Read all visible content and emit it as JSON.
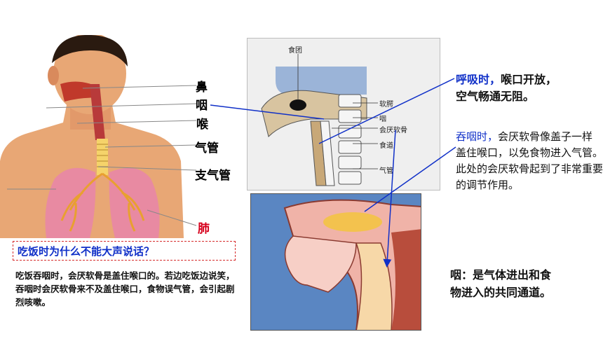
{
  "organ_labels": {
    "nose": "鼻",
    "pharynx": "咽",
    "larynx": "喉",
    "trachea": "气管",
    "bronchi": "支气管",
    "lung": "肺"
  },
  "question": "吃饭时为什么不能大声说话？",
  "answer": "吃饭吞咽时，会厌软骨是盖住喉口的。若边吃饭边说笑，吞咽时会厌软骨来不及盖住喉口，食物误气管，会引起剧烈咳嗽。",
  "diagram_labels": {
    "food_bolus": "食团",
    "soft_palate": "软腭",
    "pharynx": "咽",
    "epiglottis": "会厌软骨",
    "esophagus": "食道",
    "trachea": "气管"
  },
  "breathing": {
    "lead": "呼吸时，",
    "line1_rest": "喉口开放，",
    "line2": "空气畅通无阻。"
  },
  "swallowing": {
    "lead": "吞咽时，",
    "rest": "会厌软骨像盖子一样盖住喉口，以免食物进入气管。此处的会厌软骨起到了非常重要的调节作用。"
  },
  "pharynx_note": {
    "line1": "咽：是气体进出和食",
    "line2": "物进入的共同通道。"
  },
  "colors": {
    "accent_blue": "#1030c8",
    "accent_red": "#d6001c",
    "skin": "#e8a775",
    "lung": "#e88aa2",
    "throat_bg": "#5a86c2",
    "tissue": "#f0b3a8",
    "food": "#f3c24e"
  }
}
